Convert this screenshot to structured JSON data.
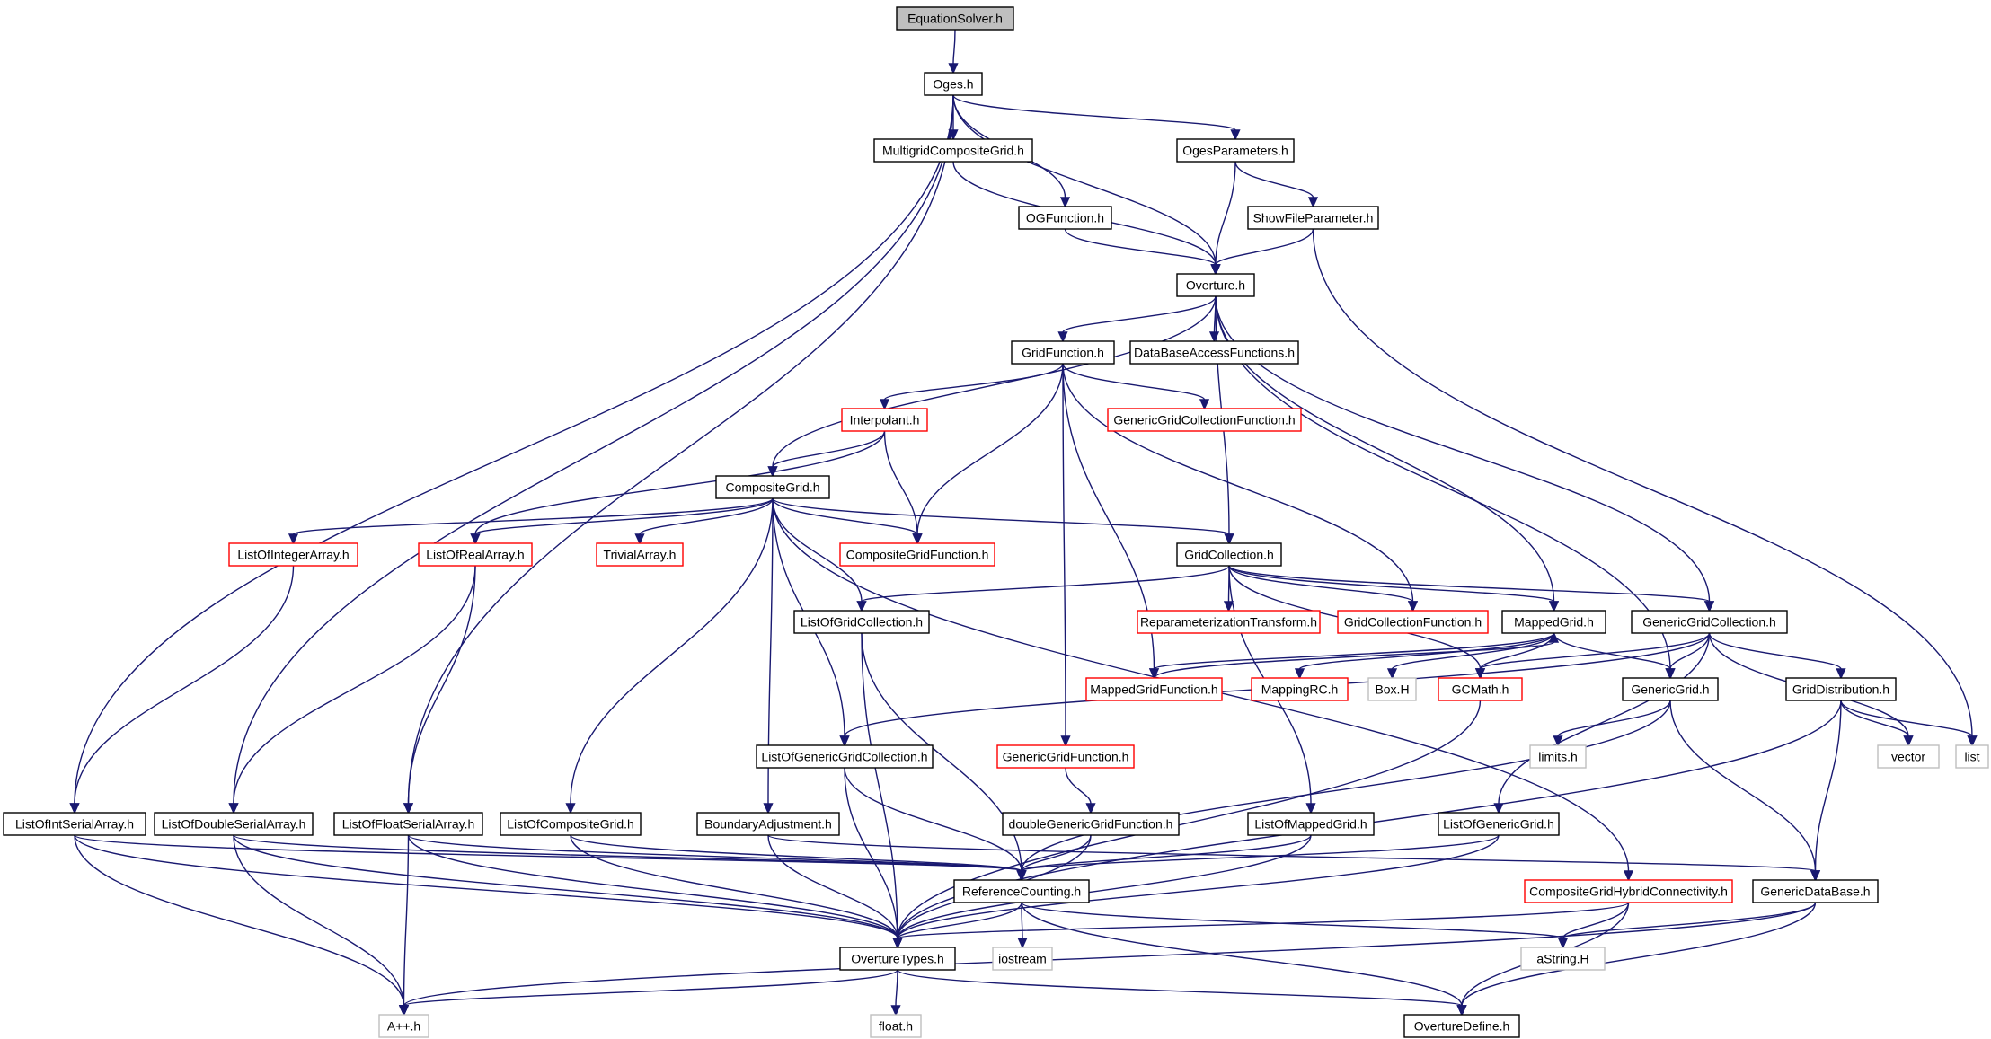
{
  "edge_color": "#191970",
  "nodes": [
    {
      "id": "EquationSolver",
      "label": "EquationSolver.h",
      "style": "root"
    },
    {
      "id": "Oges",
      "label": "Oges.h",
      "style": "normal"
    },
    {
      "id": "MultigridCompositeGrid",
      "label": "MultigridCompositeGrid.h",
      "style": "normal"
    },
    {
      "id": "OgesParameters",
      "label": "OgesParameters.h",
      "style": "normal"
    },
    {
      "id": "OGFunction",
      "label": "OGFunction.h",
      "style": "normal"
    },
    {
      "id": "ShowFileParameter",
      "label": "ShowFileParameter.h",
      "style": "normal"
    },
    {
      "id": "Overture",
      "label": "Overture.h",
      "style": "normal"
    },
    {
      "id": "GridFunction",
      "label": "GridFunction.h",
      "style": "normal"
    },
    {
      "id": "DataBaseAccessFunctions",
      "label": "DataBaseAccessFunctions.h",
      "style": "normal"
    },
    {
      "id": "Interpolant",
      "label": "Interpolant.h",
      "style": "red"
    },
    {
      "id": "GenericGridCollectionFunction",
      "label": "GenericGridCollectionFunction.h",
      "style": "red"
    },
    {
      "id": "CompositeGrid",
      "label": "CompositeGrid.h",
      "style": "normal"
    },
    {
      "id": "ListOfIntegerArray",
      "label": "ListOfIntegerArray.h",
      "style": "red"
    },
    {
      "id": "ListOfRealArray",
      "label": "ListOfRealArray.h",
      "style": "red"
    },
    {
      "id": "TrivialArray",
      "label": "TrivialArray.h",
      "style": "red"
    },
    {
      "id": "CompositeGridFunction",
      "label": "CompositeGridFunction.h",
      "style": "red"
    },
    {
      "id": "GridCollection",
      "label": "GridCollection.h",
      "style": "normal"
    },
    {
      "id": "ListOfGridCollection",
      "label": "ListOfGridCollection.h",
      "style": "normal"
    },
    {
      "id": "ReparameterizationTransform",
      "label": "ReparameterizationTransform.h",
      "style": "red"
    },
    {
      "id": "GridCollectionFunction",
      "label": "GridCollectionFunction.h",
      "style": "red"
    },
    {
      "id": "MappedGrid",
      "label": "MappedGrid.h",
      "style": "normal"
    },
    {
      "id": "GenericGridCollection",
      "label": "GenericGridCollection.h",
      "style": "normal"
    },
    {
      "id": "MappedGridFunction",
      "label": "MappedGridFunction.h",
      "style": "red"
    },
    {
      "id": "MappingRC",
      "label": "MappingRC.h",
      "style": "red"
    },
    {
      "id": "BoxH",
      "label": "Box.H",
      "style": "gray"
    },
    {
      "id": "GCMath",
      "label": "GCMath.h",
      "style": "red"
    },
    {
      "id": "GenericGrid",
      "label": "GenericGrid.h",
      "style": "normal"
    },
    {
      "id": "GridDistribution",
      "label": "GridDistribution.h",
      "style": "normal"
    },
    {
      "id": "ListOfGenericGridCollection",
      "label": "ListOfGenericGridCollection.h",
      "style": "normal"
    },
    {
      "id": "GenericGridFunction",
      "label": "GenericGridFunction.h",
      "style": "red"
    },
    {
      "id": "limits",
      "label": "limits.h",
      "style": "gray"
    },
    {
      "id": "vector",
      "label": "vector",
      "style": "gray"
    },
    {
      "id": "list",
      "label": "list",
      "style": "gray"
    },
    {
      "id": "ListOfIntSerialArray",
      "label": "ListOfIntSerialArray.h",
      "style": "normal"
    },
    {
      "id": "ListOfDoubleSerialArray",
      "label": "ListOfDoubleSerialArray.h",
      "style": "normal"
    },
    {
      "id": "ListOfFloatSerialArray",
      "label": "ListOfFloatSerialArray.h",
      "style": "normal"
    },
    {
      "id": "ListOfCompositeGrid",
      "label": "ListOfCompositeGrid.h",
      "style": "normal"
    },
    {
      "id": "BoundaryAdjustment",
      "label": "BoundaryAdjustment.h",
      "style": "normal"
    },
    {
      "id": "doubleGenericGridFunction",
      "label": "doubleGenericGridFunction.h",
      "style": "normal"
    },
    {
      "id": "ListOfMappedGrid",
      "label": "ListOfMappedGrid.h",
      "style": "normal"
    },
    {
      "id": "ListOfGenericGrid",
      "label": "ListOfGenericGrid.h",
      "style": "normal"
    },
    {
      "id": "ReferenceCounting",
      "label": "ReferenceCounting.h",
      "style": "normal"
    },
    {
      "id": "CompositeGridHybridConnectivity",
      "label": "CompositeGridHybridConnectivity.h",
      "style": "red"
    },
    {
      "id": "GenericDataBase",
      "label": "GenericDataBase.h",
      "style": "normal"
    },
    {
      "id": "OvertureTypes",
      "label": "OvertureTypes.h",
      "style": "normal"
    },
    {
      "id": "iostream",
      "label": "iostream",
      "style": "gray"
    },
    {
      "id": "aStringH",
      "label": "aString.H",
      "style": "gray"
    },
    {
      "id": "Aplusplus",
      "label": "A++.h",
      "style": "gray"
    },
    {
      "id": "floath",
      "label": "float.h",
      "style": "gray"
    },
    {
      "id": "OvertureDefine",
      "label": "OvertureDefine.h",
      "style": "normal"
    }
  ],
  "edges": [
    [
      "EquationSolver",
      "Oges"
    ],
    [
      "Oges",
      "MultigridCompositeGrid"
    ],
    [
      "Oges",
      "OgesParameters"
    ],
    [
      "Oges",
      "OGFunction"
    ],
    [
      "Oges",
      "Overture"
    ],
    [
      "Oges",
      "ListOfIntSerialArray"
    ],
    [
      "Oges",
      "ListOfDoubleSerialArray"
    ],
    [
      "Oges",
      "ListOfFloatSerialArray"
    ],
    [
      "MultigridCompositeGrid",
      "Overture"
    ],
    [
      "OGFunction",
      "Overture"
    ],
    [
      "OgesParameters",
      "Overture"
    ],
    [
      "OgesParameters",
      "ShowFileParameter"
    ],
    [
      "ShowFileParameter",
      "Overture"
    ],
    [
      "ShowFileParameter",
      "list"
    ],
    [
      "Overture",
      "GridFunction"
    ],
    [
      "Overture",
      "DataBaseAccessFunctions"
    ],
    [
      "Overture",
      "CompositeGrid"
    ],
    [
      "Overture",
      "GridCollection"
    ],
    [
      "Overture",
      "MappedGrid"
    ],
    [
      "Overture",
      "GenericGridCollection"
    ],
    [
      "Overture",
      "GenericGrid"
    ],
    [
      "GridFunction",
      "Interpolant"
    ],
    [
      "GridFunction",
      "GenericGridCollectionFunction"
    ],
    [
      "GridFunction",
      "CompositeGridFunction"
    ],
    [
      "GridFunction",
      "GridCollectionFunction"
    ],
    [
      "GridFunction",
      "MappedGridFunction"
    ],
    [
      "GridFunction",
      "GenericGridFunction"
    ],
    [
      "Interpolant",
      "CompositeGrid"
    ],
    [
      "Interpolant",
      "ListOfRealArray"
    ],
    [
      "Interpolant",
      "CompositeGridFunction"
    ],
    [
      "CompositeGrid",
      "ListOfIntegerArray"
    ],
    [
      "CompositeGrid",
      "ListOfRealArray"
    ],
    [
      "CompositeGrid",
      "TrivialArray"
    ],
    [
      "CompositeGrid",
      "CompositeGridFunction"
    ],
    [
      "CompositeGrid",
      "GridCollection"
    ],
    [
      "CompositeGrid",
      "ListOfGridCollection"
    ],
    [
      "CompositeGrid",
      "ListOfCompositeGrid"
    ],
    [
      "CompositeGrid",
      "BoundaryAdjustment"
    ],
    [
      "CompositeGrid",
      "ListOfGenericGridCollection"
    ],
    [
      "CompositeGrid",
      "CompositeGridHybridConnectivity"
    ],
    [
      "ListOfIntegerArray",
      "ListOfIntSerialArray"
    ],
    [
      "ListOfRealArray",
      "ListOfDoubleSerialArray"
    ],
    [
      "ListOfRealArray",
      "ListOfFloatSerialArray"
    ],
    [
      "GridCollection",
      "ListOfGridCollection"
    ],
    [
      "GridCollection",
      "ReparameterizationTransform"
    ],
    [
      "GridCollection",
      "GridCollectionFunction"
    ],
    [
      "GridCollection",
      "MappedGrid"
    ],
    [
      "GridCollection",
      "GenericGridCollection"
    ],
    [
      "GridCollection",
      "ListOfMappedGrid"
    ],
    [
      "GridCollection",
      "GCMath"
    ],
    [
      "ListOfGridCollection",
      "ReferenceCounting"
    ],
    [
      "ListOfGridCollection",
      "OvertureTypes"
    ],
    [
      "MappedGrid",
      "MappedGridFunction"
    ],
    [
      "MappedGrid",
      "MappingRC"
    ],
    [
      "MappedGrid",
      "BoxH"
    ],
    [
      "MappedGrid",
      "GCMath"
    ],
    [
      "MappedGrid",
      "GenericGrid"
    ],
    [
      "MappedGridFunction",
      "MappedGrid"
    ],
    [
      "GenericGridCollection",
      "GenericGrid"
    ],
    [
      "GenericGridCollection",
      "GridDistribution"
    ],
    [
      "GenericGridCollection",
      "GCMath"
    ],
    [
      "GenericGridCollection",
      "ListOfGenericGrid"
    ],
    [
      "GenericGridCollection",
      "vector"
    ],
    [
      "GenericGridCollection",
      "ListOfGenericGridCollection"
    ],
    [
      "GenericGrid",
      "GenericDataBase"
    ],
    [
      "GenericGrid",
      "limits"
    ],
    [
      "GenericGrid",
      "ReferenceCounting"
    ],
    [
      "GridDistribution",
      "GenericDataBase"
    ],
    [
      "GridDistribution",
      "vector"
    ],
    [
      "GridDistribution",
      "list"
    ],
    [
      "GridDistribution",
      "OvertureTypes"
    ],
    [
      "GCMath",
      "OvertureTypes"
    ],
    [
      "ListOfGenericGridCollection",
      "ReferenceCounting"
    ],
    [
      "ListOfGenericGridCollection",
      "OvertureTypes"
    ],
    [
      "GenericGridFunction",
      "doubleGenericGridFunction"
    ],
    [
      "doubleGenericGridFunction",
      "ReferenceCounting"
    ],
    [
      "doubleGenericGridFunction",
      "OvertureTypes"
    ],
    [
      "ListOfIntSerialArray",
      "ReferenceCounting"
    ],
    [
      "ListOfIntSerialArray",
      "OvertureTypes"
    ],
    [
      "ListOfIntSerialArray",
      "Aplusplus"
    ],
    [
      "ListOfDoubleSerialArray",
      "ReferenceCounting"
    ],
    [
      "ListOfDoubleSerialArray",
      "OvertureTypes"
    ],
    [
      "ListOfDoubleSerialArray",
      "Aplusplus"
    ],
    [
      "ListOfFloatSerialArray",
      "ReferenceCounting"
    ],
    [
      "ListOfFloatSerialArray",
      "OvertureTypes"
    ],
    [
      "ListOfFloatSerialArray",
      "Aplusplus"
    ],
    [
      "ListOfCompositeGrid",
      "ReferenceCounting"
    ],
    [
      "ListOfCompositeGrid",
      "OvertureTypes"
    ],
    [
      "BoundaryAdjustment",
      "GenericDataBase"
    ],
    [
      "BoundaryAdjustment",
      "OvertureTypes"
    ],
    [
      "ListOfMappedGrid",
      "ReferenceCounting"
    ],
    [
      "ListOfMappedGrid",
      "OvertureTypes"
    ],
    [
      "ListOfGenericGrid",
      "ReferenceCounting"
    ],
    [
      "ListOfGenericGrid",
      "OvertureTypes"
    ],
    [
      "ReferenceCounting",
      "OvertureTypes"
    ],
    [
      "ReferenceCounting",
      "iostream"
    ],
    [
      "ReferenceCounting",
      "aStringH"
    ],
    [
      "ReferenceCounting",
      "OvertureDefine"
    ],
    [
      "CompositeGridHybridConnectivity",
      "OvertureTypes"
    ],
    [
      "CompositeGridHybridConnectivity",
      "aStringH"
    ],
    [
      "CompositeGridHybridConnectivity",
      "OvertureDefine"
    ],
    [
      "GenericDataBase",
      "aStringH"
    ],
    [
      "GenericDataBase",
      "OvertureDefine"
    ],
    [
      "GenericDataBase",
      "Aplusplus"
    ],
    [
      "OvertureTypes",
      "Aplusplus"
    ],
    [
      "OvertureTypes",
      "floath"
    ],
    [
      "OvertureTypes",
      "OvertureDefine"
    ]
  ]
}
